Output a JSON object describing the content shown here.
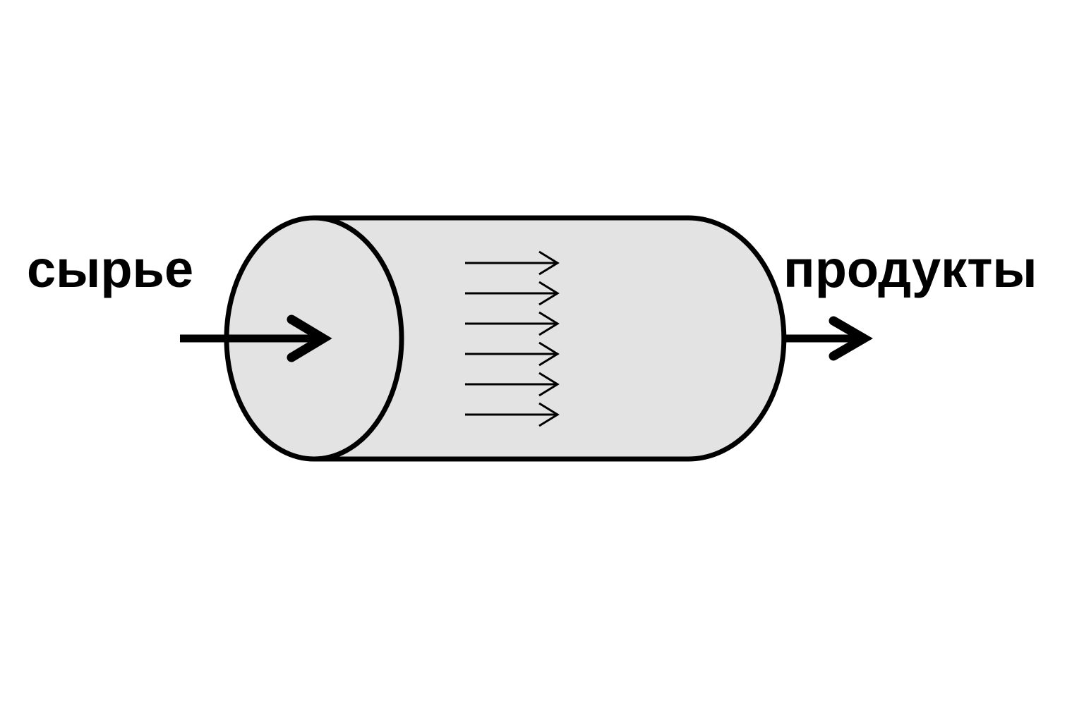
{
  "labels": {
    "input": "сырье",
    "output": "продукты"
  },
  "colors": {
    "background": "#ffffff",
    "vessel_fill": "#e2e3e2",
    "stroke": "#000000"
  },
  "flow_arrow_count": 6
}
